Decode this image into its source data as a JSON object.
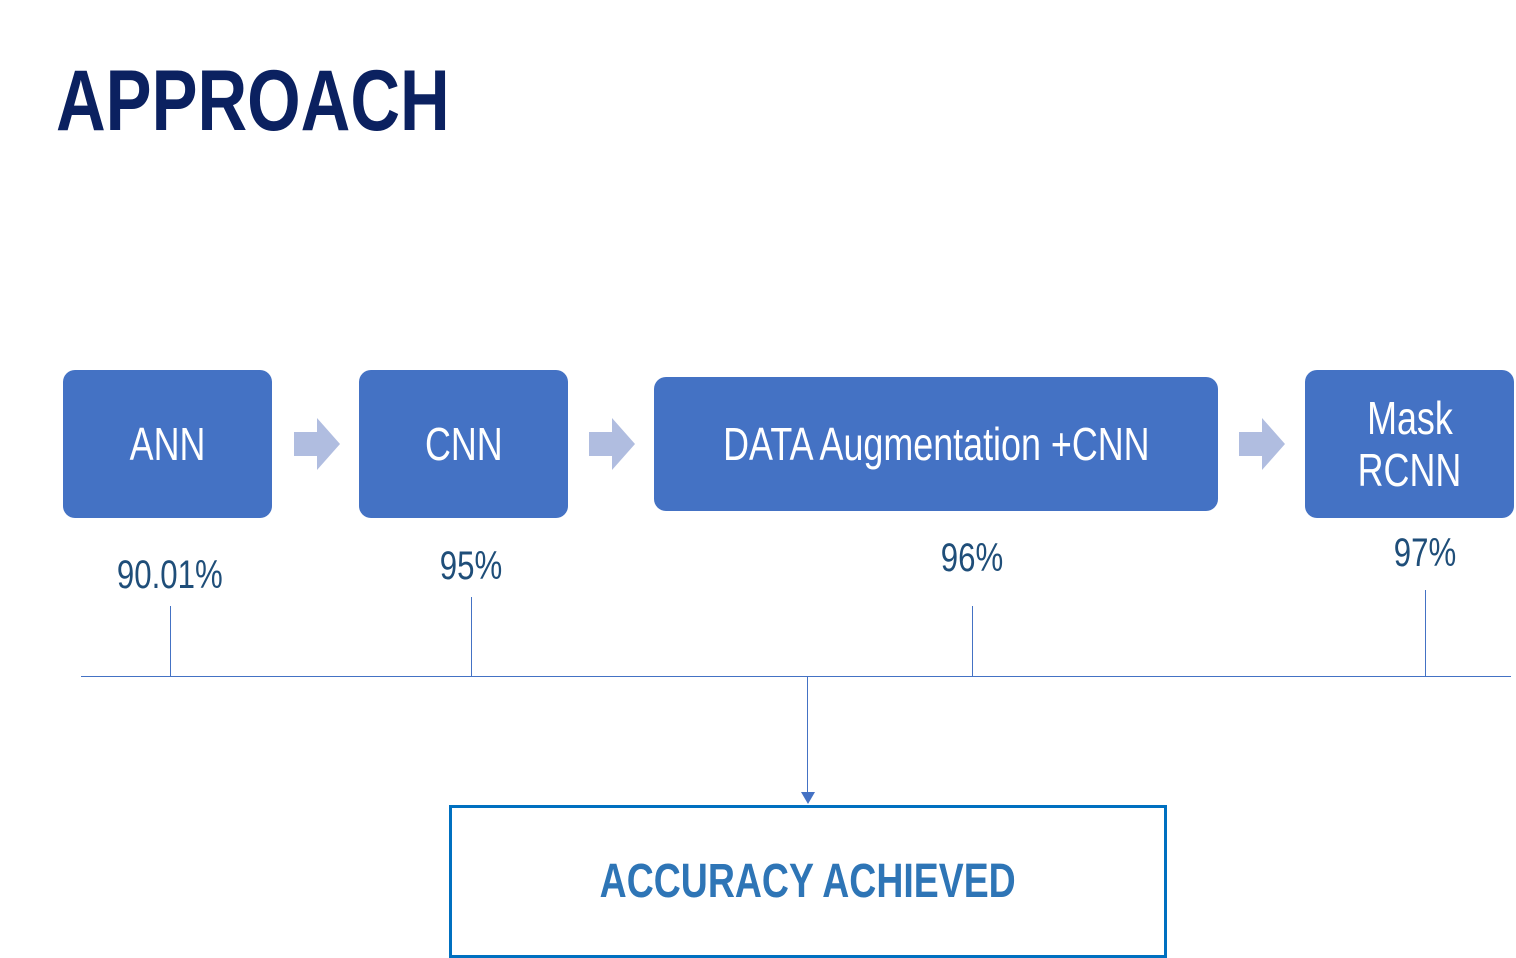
{
  "title": "APPROACH",
  "steps": [
    {
      "label": "ANN",
      "accuracy": "90.01%"
    },
    {
      "label": "CNN",
      "accuracy": "95%"
    },
    {
      "label": "DATA Augmentation +CNN",
      "accuracy": "96%"
    },
    {
      "label_line1": "Mask",
      "label_line2": "RCNN",
      "accuracy": "97%"
    }
  ],
  "result_label": "ACCURACY ACHIEVED",
  "colors": {
    "title": "#0b2160",
    "box": "#4472c4",
    "arrow": "#b0bde0",
    "pct": "#1f4e79",
    "result": "#2e75b6"
  }
}
